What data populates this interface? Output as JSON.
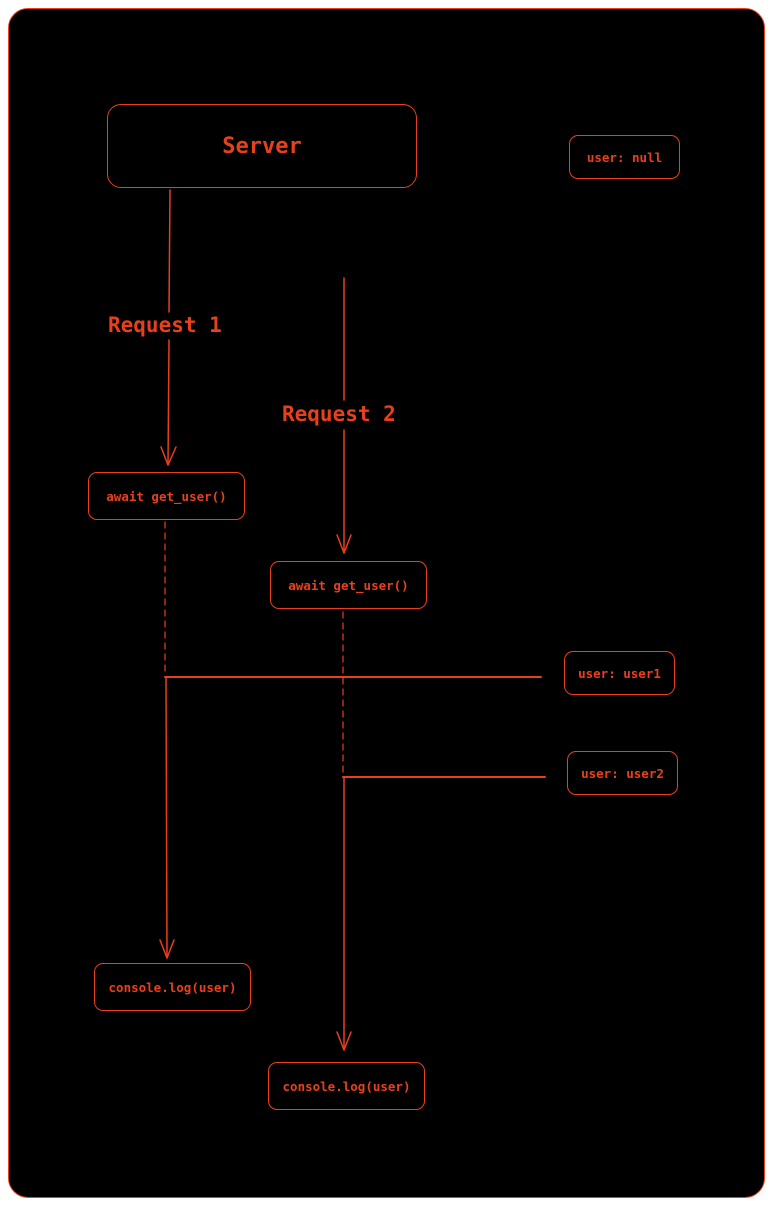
{
  "colors": {
    "background": "#000000",
    "accent": "#e8401c",
    "page": "#ffffff"
  },
  "nodes": {
    "server": "Server",
    "user_null": "user: null",
    "await_1": "await get_user()",
    "await_2": "await get_user()",
    "user1": "user: user1",
    "user2": "user: user2",
    "log_1": "console.log(user)",
    "log_2": "console.log(user)"
  },
  "edge_labels": {
    "request_1": "Request 1",
    "request_2": "Request 2"
  }
}
